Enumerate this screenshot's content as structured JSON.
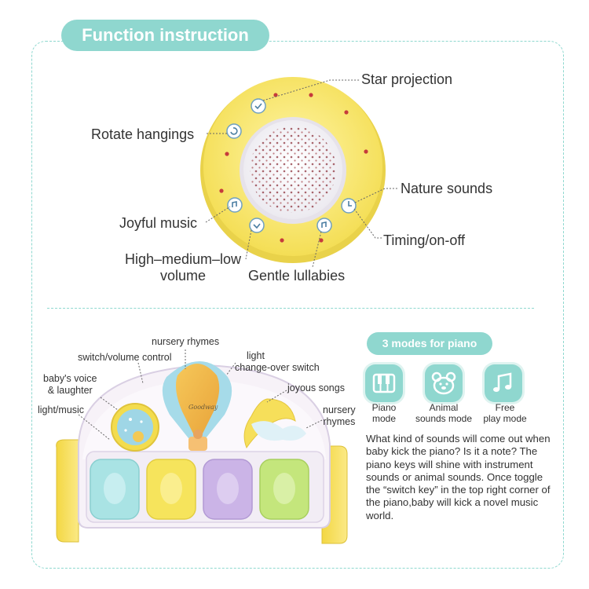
{
  "title": "Function instruction",
  "projector_labels": {
    "star_projection": "Star projection",
    "rotate_hangings": "Rotate hangings",
    "nature_sounds": "Nature sounds",
    "joyful_music": "Joyful music",
    "timing_on_off": "Timing/on-off",
    "volume_line1": "High–medium–low",
    "volume_line2": "volume",
    "gentle_lullabies": "Gentle lullabies"
  },
  "piano_labels": {
    "nursery_rhymes_top": "nursery rhymes",
    "switch_volume": "switch/volume control",
    "light_line1": "light",
    "light_line2": "change-over switch",
    "babys_voice_line1": "baby's voice",
    "babys_voice_line2": "& laughter",
    "joyous_songs": "joyous songs",
    "light_music": "light/music",
    "nursery_right_line1": "nursery",
    "nursery_right_line2": "rhymes",
    "brand": "Goodway"
  },
  "modes": {
    "heading": "3 modes for piano",
    "items": [
      {
        "line1": "Piano",
        "line2": "mode",
        "icon": "piano-icon"
      },
      {
        "line1": "Animal",
        "line2": "sounds mode",
        "icon": "bear-icon"
      },
      {
        "line1": "Free",
        "line2": "play mode",
        "icon": "music-note-icon"
      }
    ]
  },
  "description": "What kind of sounds will come out when baby kick the piano? Is it a note? The piano keys will shine with instrument sounds or animal sounds. Once toggle the “switch key” in the top right corner of the piano,baby will kick a novel music world.",
  "colors": {
    "accent_teal": "#8fd7cf",
    "projector_yellow": "#f8e66a",
    "key_blue": "#a9e3e4",
    "key_yellow": "#f6e45c",
    "key_purple": "#cbb4e7",
    "key_green": "#c4e67c"
  }
}
